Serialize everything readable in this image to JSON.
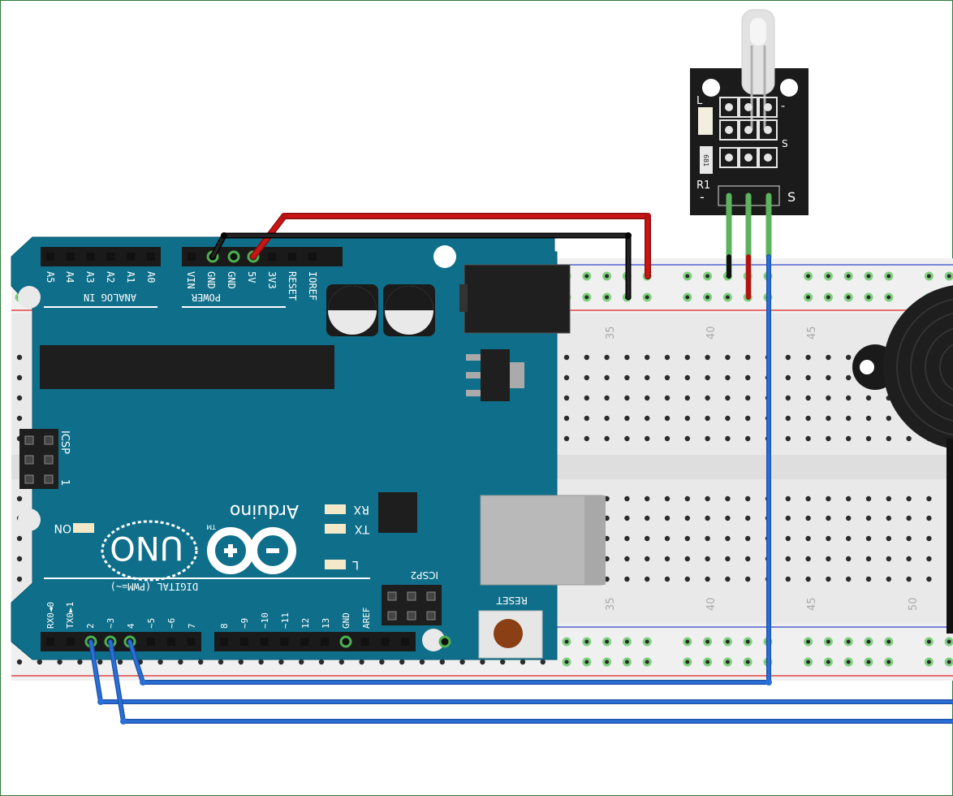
{
  "arduino": {
    "analog_header_label": "ANALOG IN",
    "analog_pins": [
      "A5",
      "A4",
      "A3",
      "A2",
      "A1",
      "A0"
    ],
    "power_header_label": "POWER",
    "power_pins": [
      "VIN",
      "GND",
      "GND",
      "5V",
      "3V3",
      "RESET",
      "IOREF"
    ],
    "digital_header_label": "DIGITAL (PWM=~)",
    "digital_pins_low": [
      "RX0◄0",
      "TX0►1",
      "2",
      "~3",
      "4",
      "~5",
      "~6",
      "7"
    ],
    "digital_pins_high": [
      "8",
      "~9",
      "~10",
      "~11",
      "12",
      "13",
      "GND",
      "AREF"
    ],
    "icsp_label": "ICSP",
    "icsp2_label": "ICSP2",
    "icsp_pin_one": "1",
    "board_name": "Arduino",
    "trademark": "TM",
    "model": "UNO",
    "led_on": "ON",
    "led_rx": "RX",
    "led_tx": "TX",
    "led_l": "L",
    "reset_label": "RESET"
  },
  "breadboard": {
    "top_numbers": [
      "35",
      "40",
      "45"
    ],
    "bottom_numbers": [
      "35",
      "40",
      "45",
      "50"
    ]
  },
  "sensor": {
    "label_l": "L",
    "label_r1": "R1",
    "resistor_code": "681",
    "label_minus": "-",
    "label_s": "S"
  },
  "colors": {
    "board": "#0f6f8a",
    "breadboard": "#ececec",
    "wire_red": "#cc1414",
    "wire_black": "#111111",
    "wire_blue": "#2a6fd6",
    "wire_green": "#5db35d"
  }
}
